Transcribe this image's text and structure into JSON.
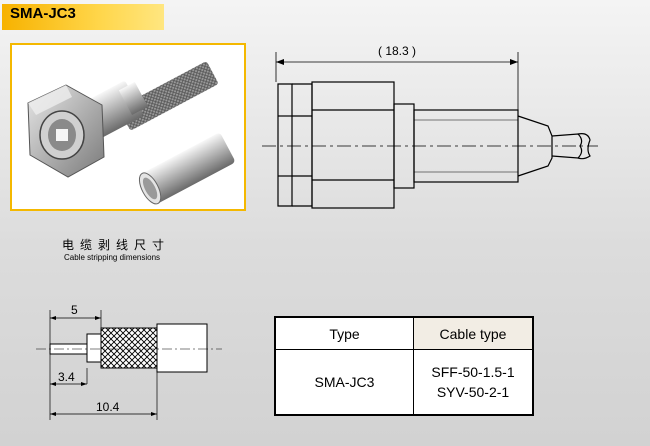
{
  "title": "SMA-JC3",
  "drawing": {
    "overall_length": "( 18.3 )"
  },
  "stripping": {
    "label_cn": "电缆剥线尺寸",
    "label_en": "Cable stripping dimensions",
    "dim_a": "5",
    "dim_b": "3.4",
    "dim_c": "10.4"
  },
  "spec_table": {
    "header_type": "Type",
    "header_cable": "Cable type",
    "model": "SMA-JC3",
    "cable_types": [
      "SFF-50-1.5-1",
      "SYV-50-2-1"
    ]
  },
  "colors": {
    "badge": "#ffcc22",
    "photo_border": "#f4b800",
    "header_fill": "#f2ede4"
  }
}
